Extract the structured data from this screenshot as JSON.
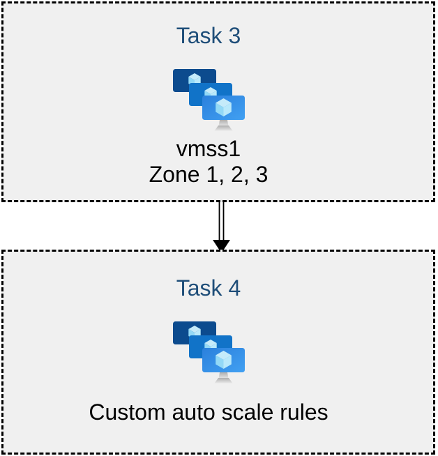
{
  "diagram": {
    "type": "flow-diagram",
    "background": "#ffffff",
    "nodes": [
      {
        "id": "task3",
        "title": "Task 3",
        "icon": "vmss-icon",
        "lines": [
          "vmss1",
          "Zone 1, 2, 3"
        ]
      },
      {
        "id": "task4",
        "title": "Task 4",
        "icon": "vmss-icon",
        "lines": [
          "Custom auto scale rules"
        ]
      }
    ],
    "connector": {
      "from": "task3",
      "to": "task4",
      "style": "double-line",
      "direction": "down",
      "color": "#000000"
    },
    "colors": {
      "node_bg": "#f0f0f0",
      "node_border": "#000000",
      "title_text": "#1f4e79",
      "body_text": "#000000",
      "monitor_back": "#0c4b8e",
      "monitor_mid": "#1173c8",
      "monitor_front_start": "#2b80dc",
      "monitor_front_end": "#41a0f2",
      "cube_top": "#c5ebfa",
      "cube_left": "#93d9f6",
      "cube_right": "#b9e9fb",
      "stand_dark": "#aeaeae",
      "stand_light": "#e8e8e8"
    }
  }
}
